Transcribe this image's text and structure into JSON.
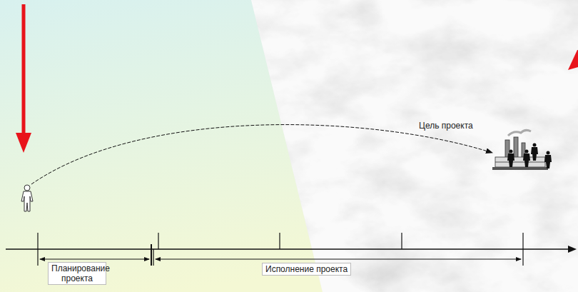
{
  "diagram": {
    "labels": [
      "Цель проекта",
      "Планирование проекта",
      "Исполнение проекта"
    ]
  }
}
